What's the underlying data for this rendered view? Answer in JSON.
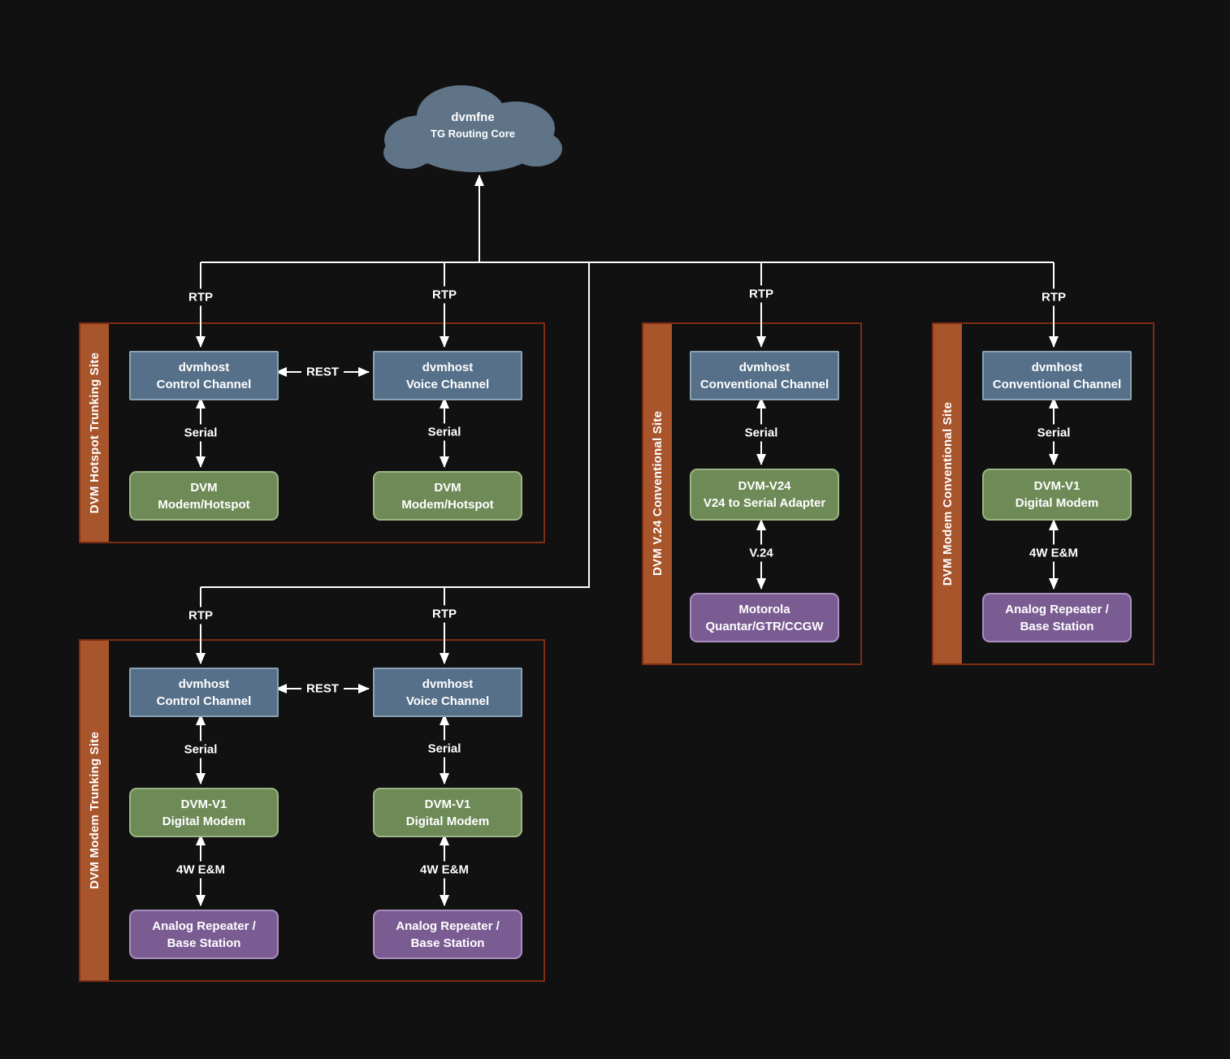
{
  "cloud": {
    "title": "dvmfne",
    "subtitle": "TG Routing Core"
  },
  "link_labels": {
    "rtp": "RTP",
    "serial": "Serial",
    "rest": "REST",
    "v24": "V.24",
    "em4w": "4W E&M"
  },
  "colors": {
    "background": "#111111",
    "cloud_fill": "#5f7487",
    "host_box": "#56708a",
    "modem_box": "#6e8a57",
    "radio_box": "#7a5c93",
    "site_border": "#7e2c14",
    "site_bar": "#a8552b",
    "connector": "#ffffff"
  },
  "sites": {
    "hotspot_trunking": {
      "title": "DVM Hotspot Trunking Site",
      "control": "dvmhost\nControl Channel",
      "voice": "dvmhost\nVoice Channel",
      "modem_left": "DVM\nModem/Hotspot",
      "modem_right": "DVM\nModem/Hotspot"
    },
    "modem_trunking": {
      "title": "DVM Modem Trunking Site",
      "control": "dvmhost\nControl Channel",
      "voice": "dvmhost\nVoice Channel",
      "modem_left": "DVM-V1\nDigital Modem",
      "modem_right": "DVM-V1\nDigital Modem",
      "radio_left": "Analog Repeater /\nBase Station",
      "radio_right": "Analog Repeater /\nBase Station"
    },
    "v24_conventional": {
      "title": "DVM V.24 Conventional Site",
      "host": "dvmhost\nConventional Channel",
      "adapter": "DVM-V24\nV24 to Serial Adapter",
      "radio": "Motorola\nQuantar/GTR/CCGW"
    },
    "modem_conventional": {
      "title": "DVM Modem Conventional Site",
      "host": "dvmhost\nConventional Channel",
      "modem": "DVM-V1\nDigital Modem",
      "radio": "Analog Repeater /\nBase Station"
    }
  }
}
